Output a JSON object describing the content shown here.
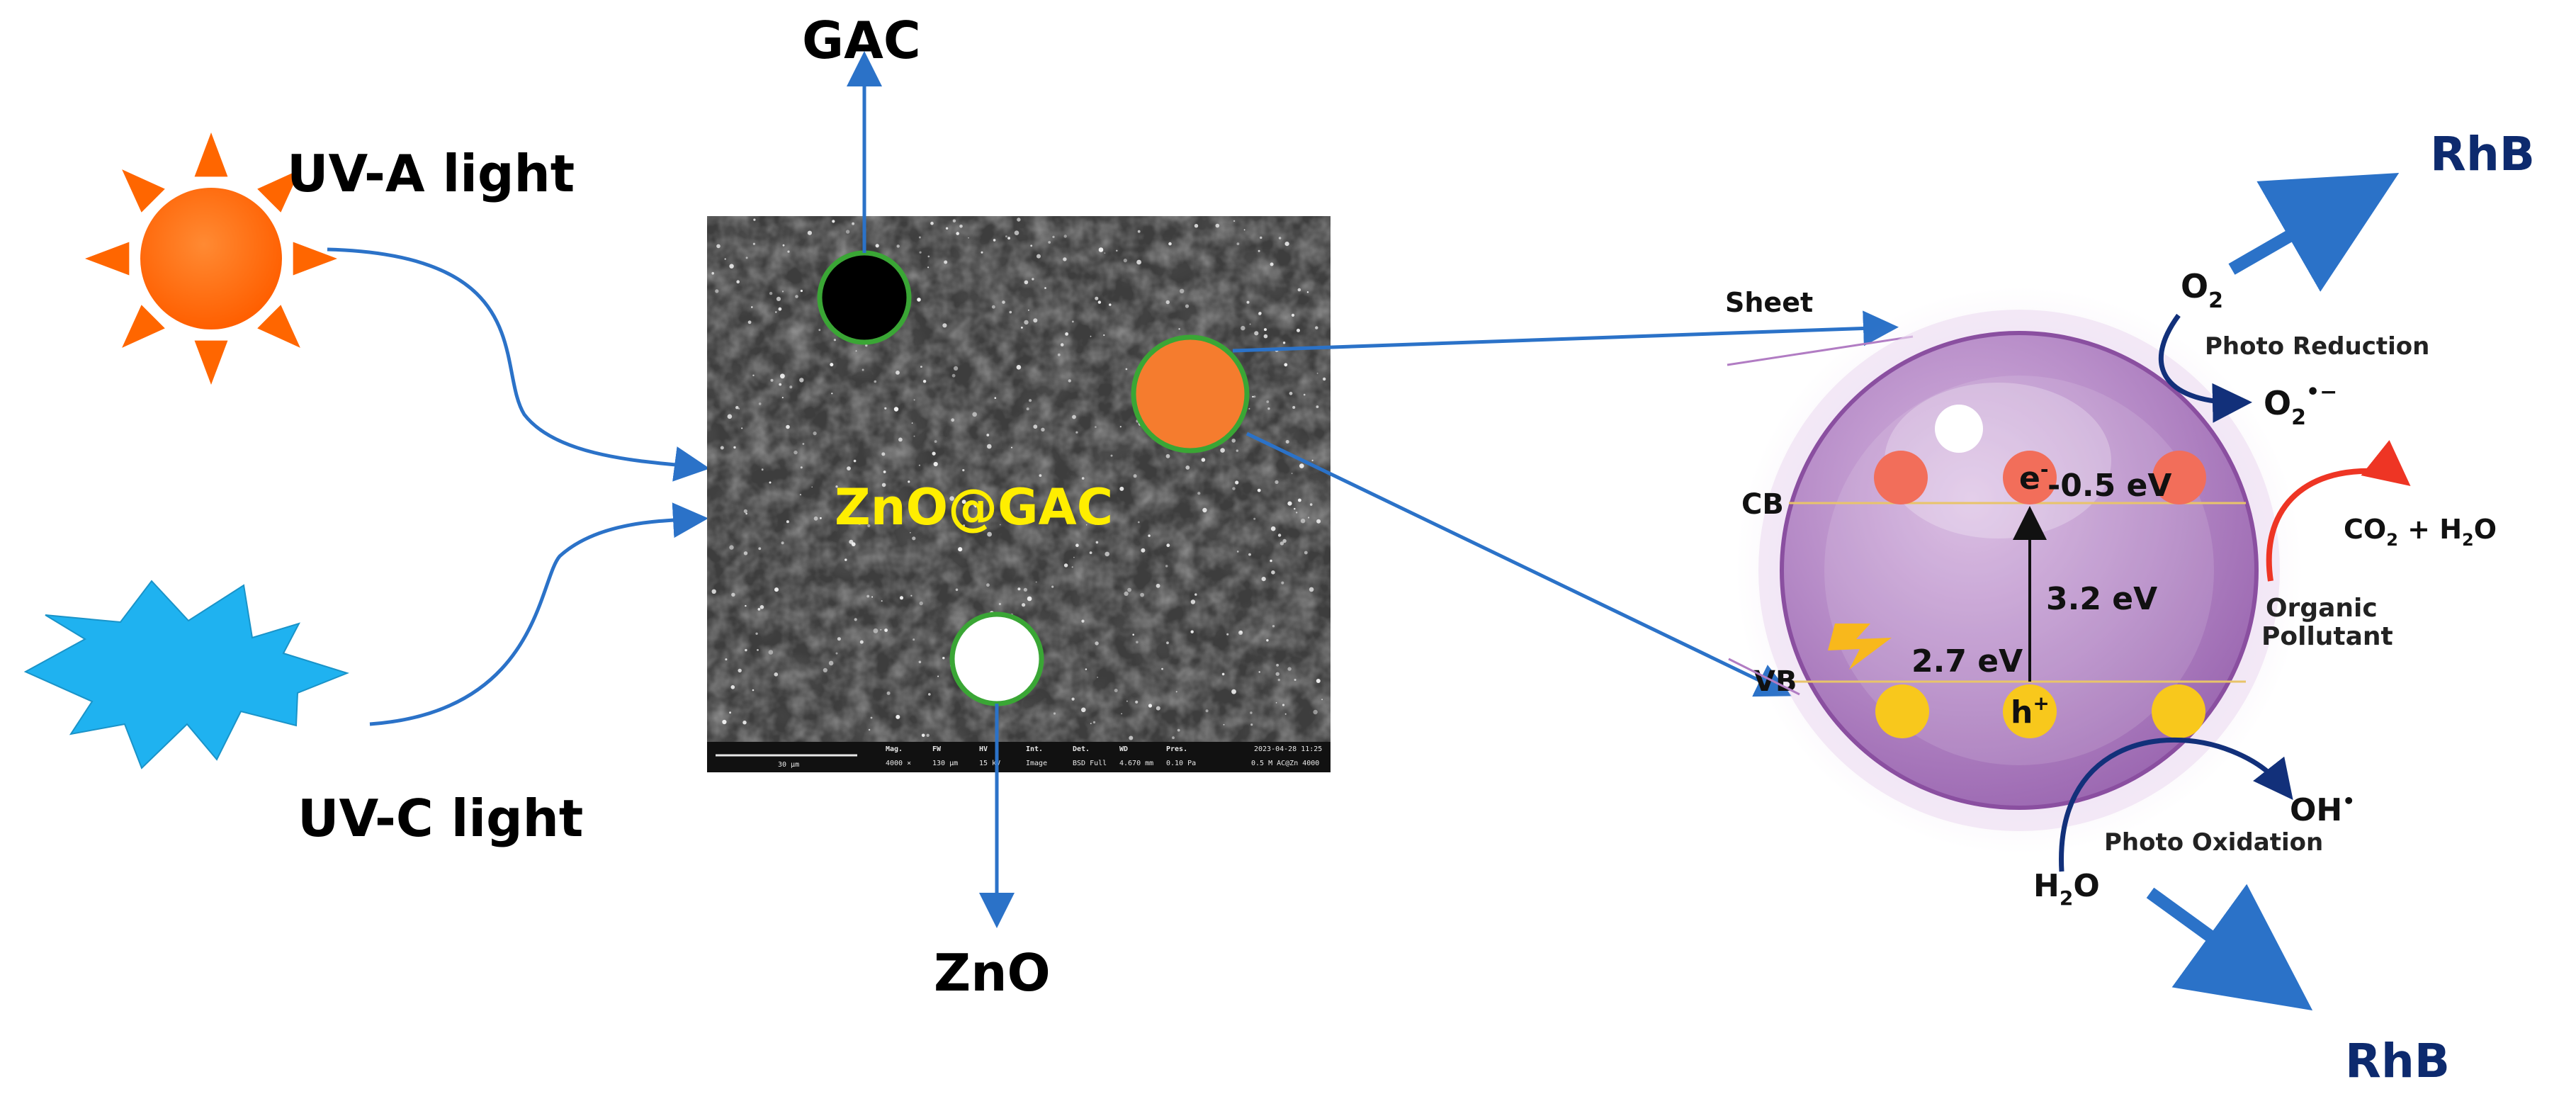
{
  "colors": {
    "arrow": "#2b72c8",
    "sun": "#ff6600",
    "star": "#1fb2f0",
    "sem_bg": "#3d3d3d",
    "gac_dot": "#000000",
    "zno_dot": "#ffffff",
    "zno_gac_dot": "#f57c2e",
    "dot_ring": "#3aa635",
    "particle": "#b17cc3",
    "particle_edge": "#8a4fa0",
    "electron": "#f26e5a",
    "hole": "#f8c81c",
    "label_yellow": "#ffee00",
    "rhb": "#0d2a6e",
    "dark_arrow": "#12307a",
    "red_arrow": "#ee3524"
  },
  "labels": {
    "gac": "GAC",
    "zno": "ZnO",
    "uva": "UV-A light",
    "uvc": "UV-C light",
    "composite": "ZnO@GAC",
    "sheet": "Sheet",
    "rhb_top": "RhB",
    "rhb_bottom": "RhB",
    "o2": "O",
    "o2_sub": "2",
    "photo_reduction": "Photo Reduction",
    "superoxide": "O",
    "superoxide_sub": "2",
    "superoxide_sup": "•−",
    "co2": "CO",
    "co2_sub": "2",
    "plus_h2o": " + H",
    "h2o_sub": "2",
    "h2o_o": "O",
    "organic_1": "Organic",
    "organic_2": "Pollutant",
    "cb": "CB",
    "vb": "VB",
    "electron": "e",
    "electron_sup": "-",
    "minus_half_ev": "-0.5 eV",
    "gap_ev": "3.2 eV",
    "vb_ev": "2.7 eV",
    "hole": "h",
    "hole_sup": "+",
    "oh": "OH",
    "oh_sup": "•",
    "photo_oxidation": "Photo Oxidation",
    "water": "H",
    "water_sub": "2",
    "water_o": "O"
  },
  "sem_info": {
    "scale": "30 μm",
    "cols": [
      {
        "head": "Mag.",
        "value": "4000 ×"
      },
      {
        "head": "FW",
        "value": "130 μm"
      },
      {
        "head": "HV",
        "value": "15 kV"
      },
      {
        "head": "Int.",
        "value": "Image"
      },
      {
        "head": "Det.",
        "value": "BSD Full"
      },
      {
        "head": "WD",
        "value": "4.670 mm"
      },
      {
        "head": "Pres.",
        "value": "0.10 Pa"
      }
    ],
    "datetime": "2023-04-28 11:25",
    "sample": "0.5 M AC@Zn 4000"
  }
}
